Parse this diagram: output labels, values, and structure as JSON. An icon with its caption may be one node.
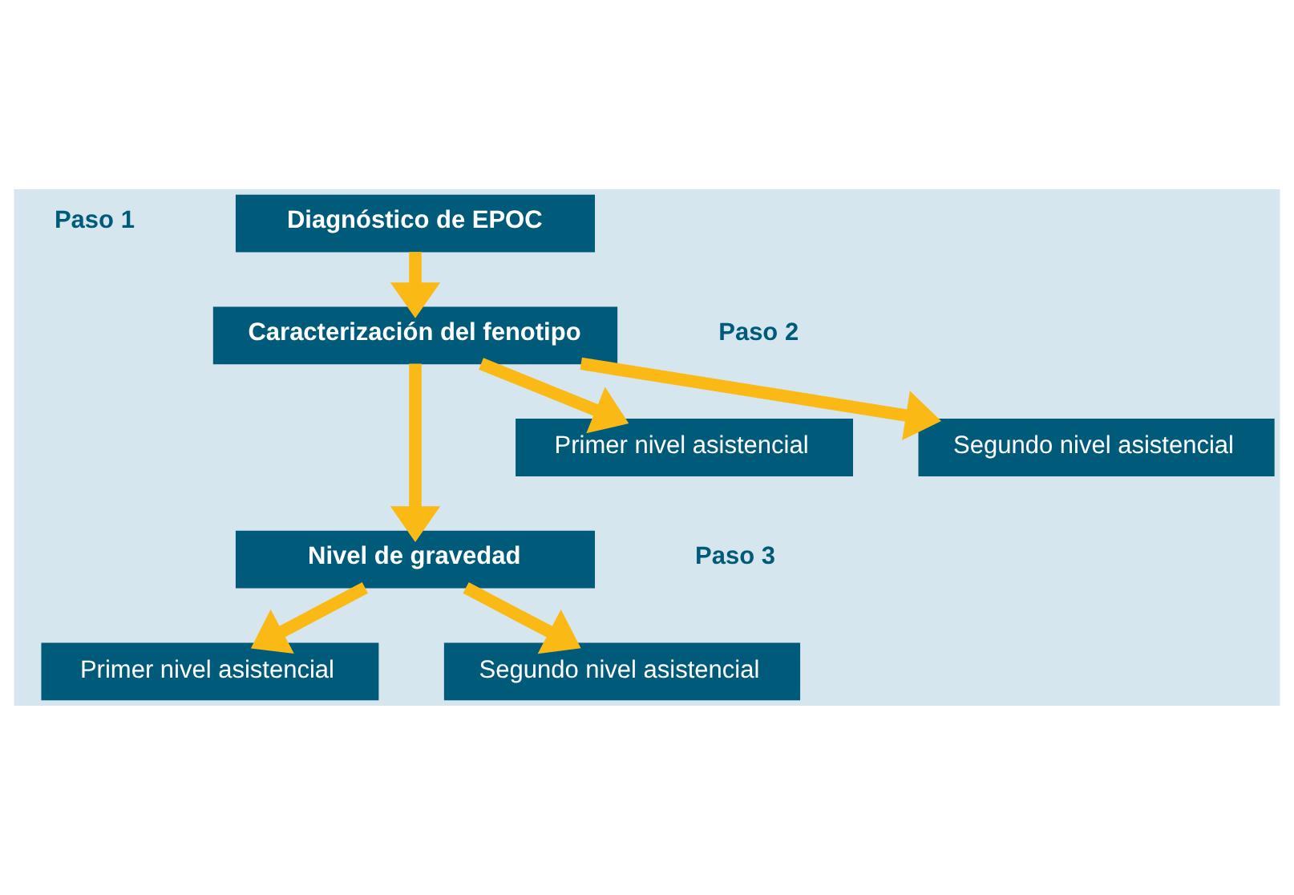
{
  "diagram": {
    "nodes": [
      {
        "text": [
          "Diagnóstico de EPOC"
        ]
      },
      {
        "text": [
          "Caracterización del fenotipo"
        ]
      },
      {
        "text": [
          "Primer nivel asistencial"
        ]
      },
      {
        "text": [
          "Segundo nivel asistencial"
        ]
      },
      {
        "text": [
          "Nivel de gravedad"
        ]
      },
      {
        "text": [
          "Primer nivel asistencial"
        ]
      },
      {
        "text": [
          "Segundo nivel asistencial"
        ]
      }
    ],
    "edges": [
      {
        "from": 0,
        "to": 1,
        "arrow": "to"
      },
      {
        "from": 1,
        "to": 2,
        "arrow": "to"
      },
      {
        "from": 1,
        "to": 3,
        "arrow": "to"
      },
      {
        "from": 1,
        "to": 4,
        "arrow": "to"
      },
      {
        "from": 4,
        "to": 5,
        "arrow": "to"
      },
      {
        "from": 4,
        "to": 6,
        "arrow": "to"
      }
    ],
    "labels": [
      "Paso 1",
      "Paso 2",
      "Paso 3"
    ]
  }
}
